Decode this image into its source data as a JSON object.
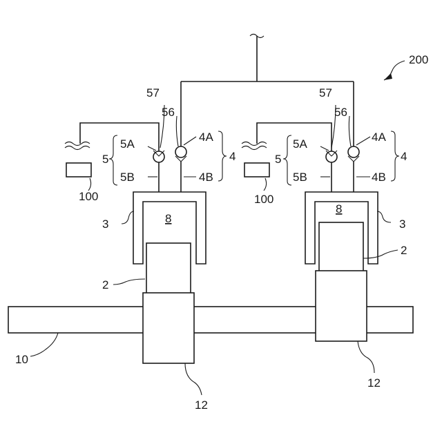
{
  "figure": {
    "ref_system": "200",
    "left": {
      "ref_valve_mid": "57",
      "ref_valve_outer": "56",
      "ref_5": "5",
      "ref_5a": "5A",
      "ref_5b": "5B",
      "ref_4": "4",
      "ref_4a": "4A",
      "ref_4b": "4B",
      "ref_device": "100",
      "ref_cover": "3",
      "ref_chamber": "8",
      "ref_block": "2",
      "ref_base": "12"
    },
    "right": {
      "ref_valve_mid": "57",
      "ref_valve_outer": "56",
      "ref_5": "5",
      "ref_5a": "5A",
      "ref_5b": "5B",
      "ref_4": "4",
      "ref_4a": "4A",
      "ref_4b": "4B",
      "ref_device": "100",
      "ref_cover": "3",
      "ref_chamber": "8",
      "ref_block": "2",
      "ref_base": "12"
    },
    "ref_rail": "10"
  }
}
